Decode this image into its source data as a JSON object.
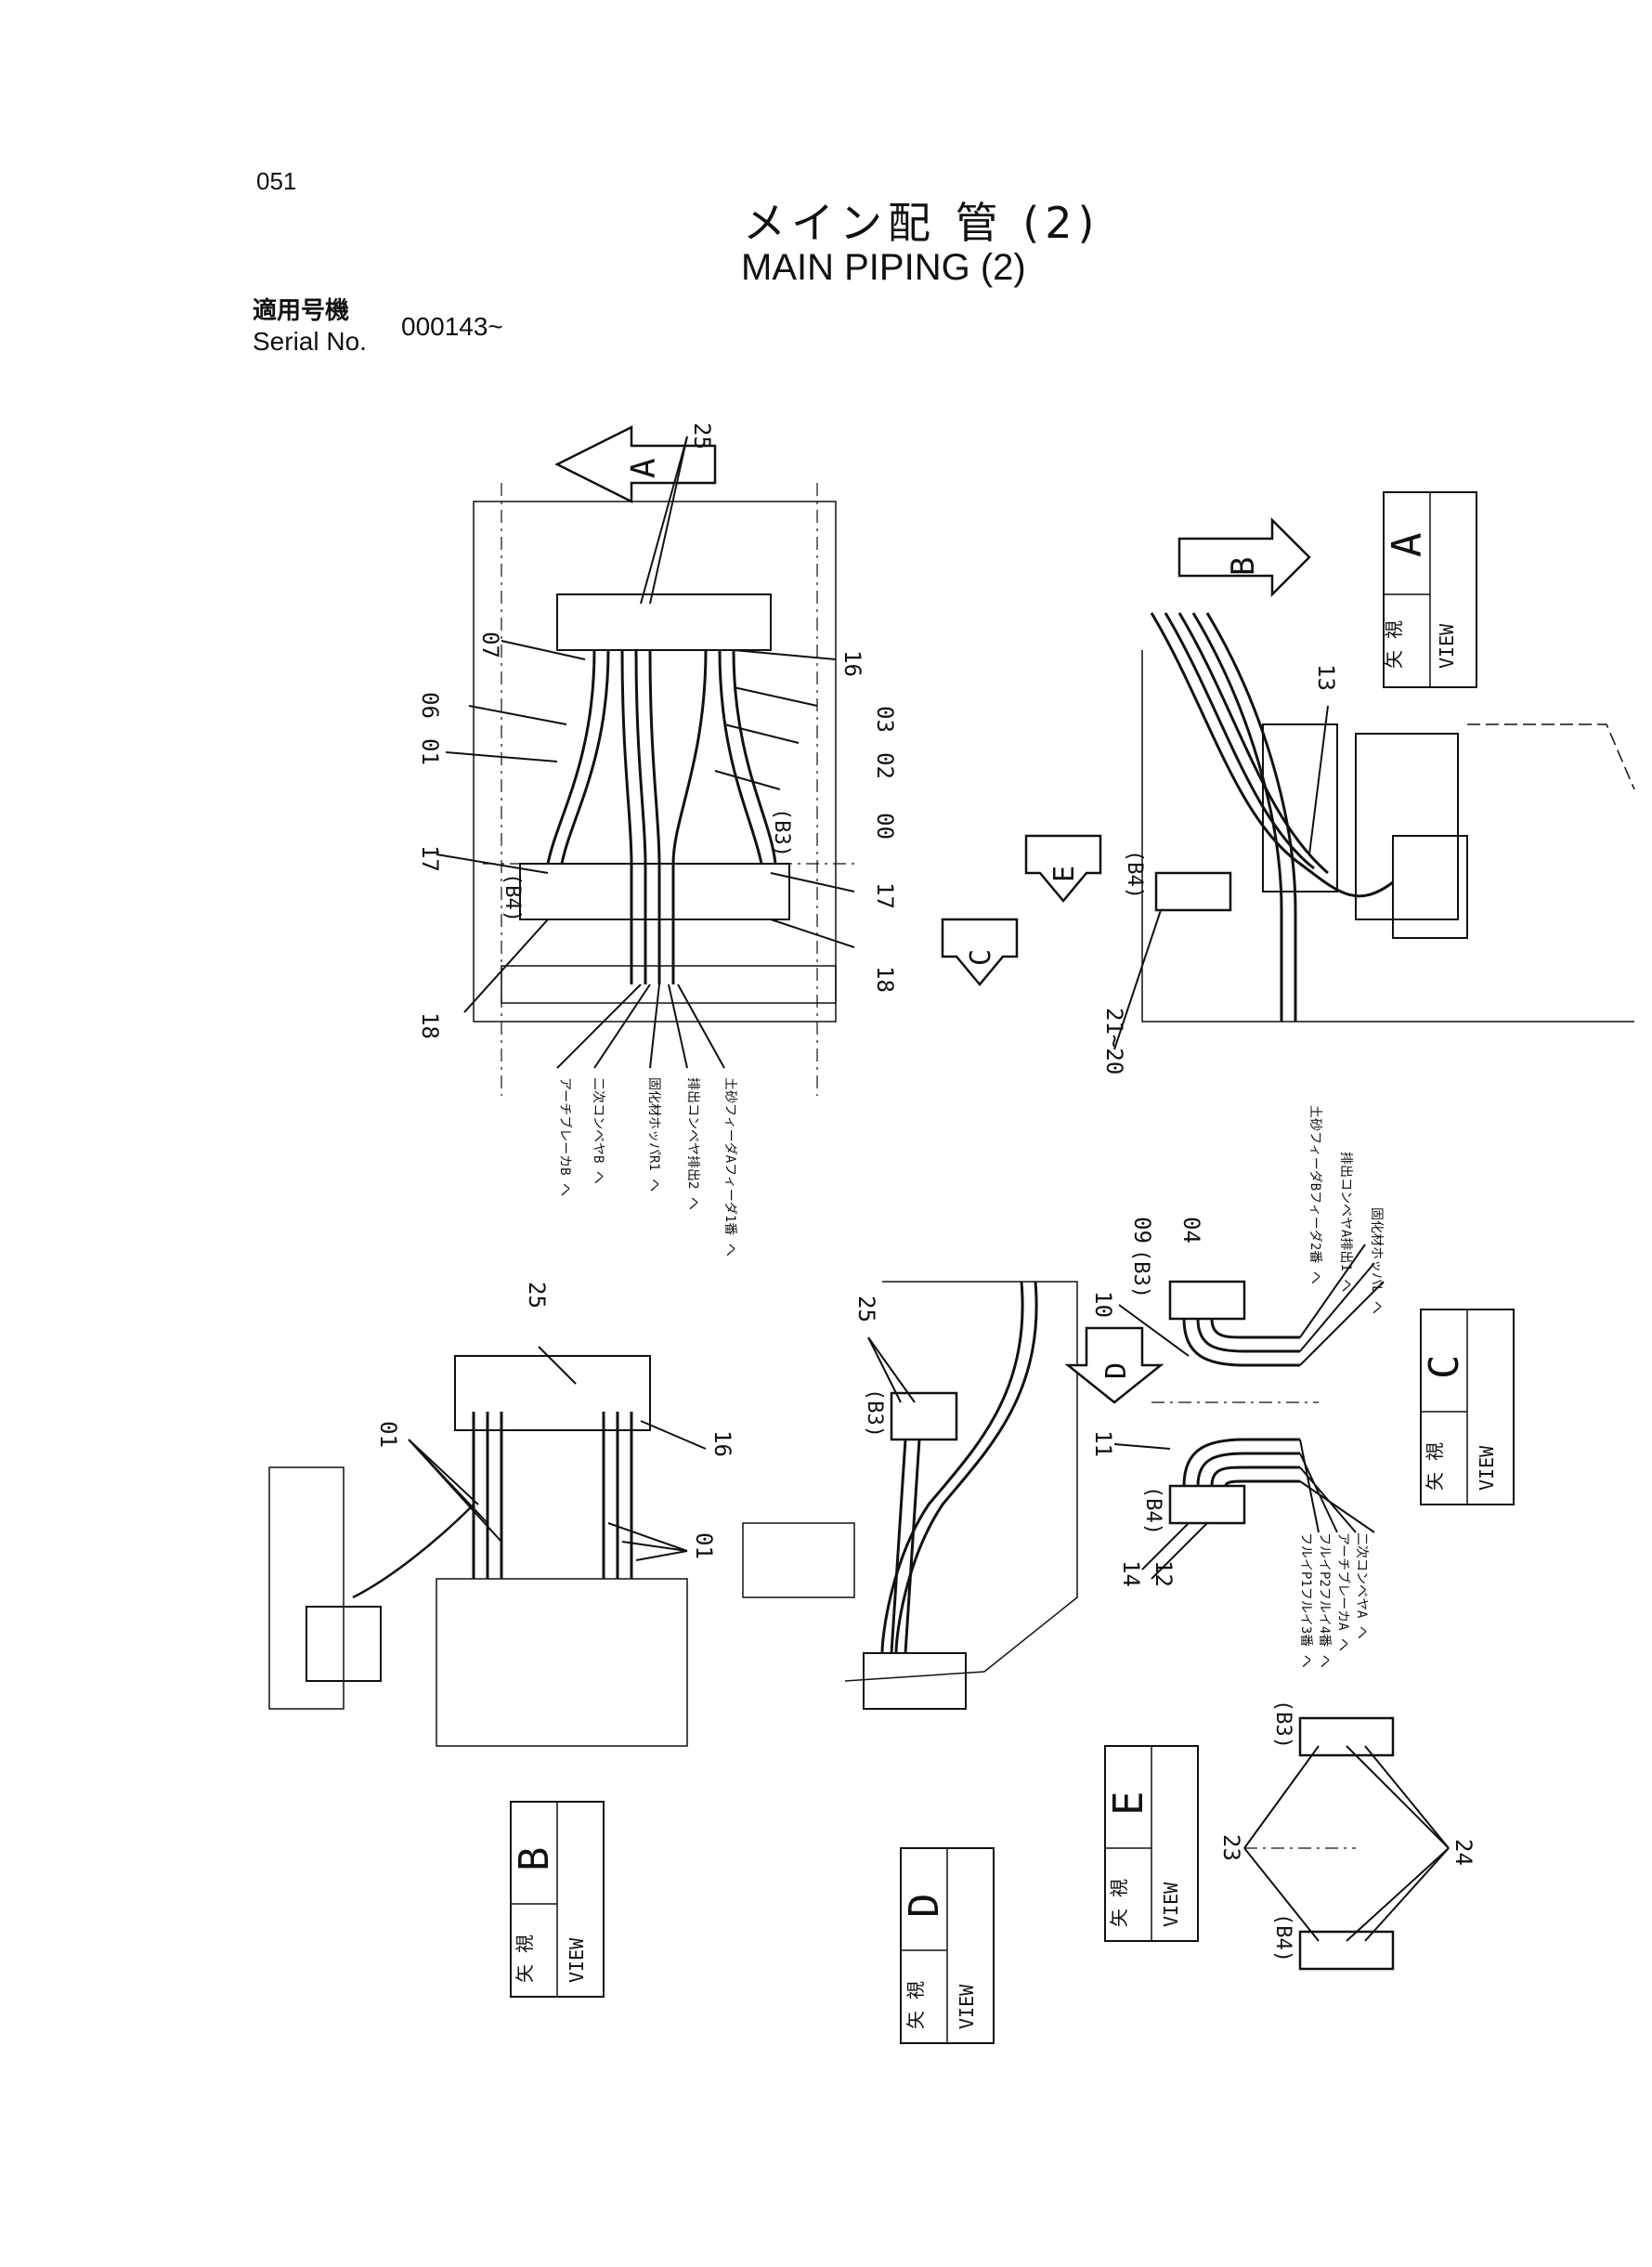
{
  "header": {
    "page_number": "051",
    "title_jp": "メイン配 管 (2)",
    "title_en": "MAIN  PIPING (2)",
    "serial_label_jp": "適用号機",
    "serial_label_en": "Serial No.",
    "serial_value": "000143~"
  },
  "main_view": {
    "part_labels": [
      "25",
      "07",
      "16",
      "06",
      "01",
      "03",
      "02",
      "00",
      "17",
      "17",
      "18",
      "18"
    ],
    "port_labels": [
      "(B4)",
      "(B3)"
    ],
    "arrow_label": "A",
    "destinations": [
      "アーチブレーカB へ",
      "二次コンベヤB へ",
      "固化材ホッパR1 へ",
      "排出コンベヤ排出2 へ",
      "土砂フィーダAフィーダ1番 へ"
    ]
  },
  "view_a": {
    "view_jp": "矢 視",
    "view_en": "VIEW",
    "letter": "A",
    "arrow_label": "B",
    "part_labels": [
      "13",
      "21~20"
    ],
    "port_labels": [
      "(B4)"
    ],
    "arrows": [
      "C",
      "E"
    ]
  },
  "view_b": {
    "view_jp": "矢 視",
    "view_en": "VIEW",
    "letter": "B",
    "part_labels": [
      "25",
      "01",
      "16",
      "01"
    ]
  },
  "view_d": {
    "view_jp": "矢 視",
    "view_en": "VIEW",
    "letter": "D",
    "part_labels": [
      "25"
    ],
    "port_labels": [
      "(B3)"
    ]
  },
  "view_c": {
    "view_jp": "矢 視",
    "view_en": "VIEW",
    "letter": "C",
    "arrow_label": "D",
    "part_labels": [
      "09",
      "04",
      "10",
      "11",
      "14",
      "12"
    ],
    "port_labels": [
      "(B3)",
      "(B4)"
    ],
    "destinations_top": [
      "土砂フィーダBフィーダ2番 へ",
      "排出コンベヤA排出1 へ",
      "固化材ホッパL へ"
    ],
    "destinations_bottom": [
      "フルイP1フルイ3番 へ",
      "フルイP2フルイ4番 へ",
      "アーチブレーカA へ",
      "二次コンベヤA へ"
    ]
  },
  "view_e": {
    "view_jp": "矢 視",
    "view_en": "VIEW",
    "letter": "E",
    "part_labels": [
      "23",
      "24"
    ],
    "port_labels": [
      "(B3)",
      "(B4)"
    ]
  }
}
